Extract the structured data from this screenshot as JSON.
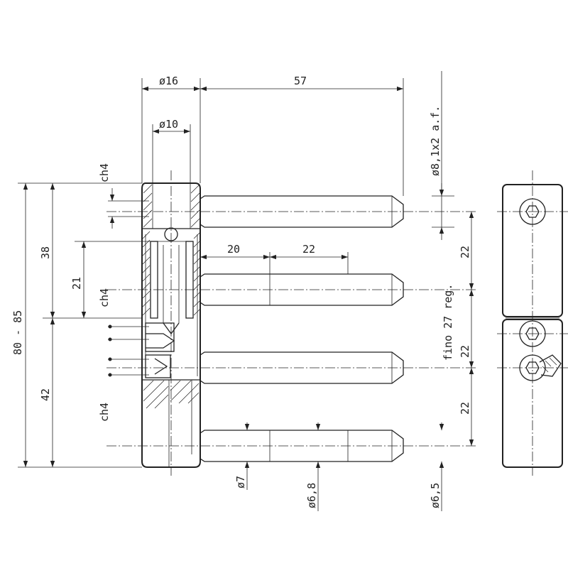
{
  "drawing": {
    "dim_d16": "ø16",
    "dim_57": "57",
    "dim_d10": "ø10",
    "dim_d81": "ø8,1x2 a.f.",
    "dim_ch4_top": "ch4",
    "dim_ch4_mid": "ch4",
    "dim_ch4_bottom": "ch4",
    "dim_80_85": "80 - 85",
    "dim_38": "38",
    "dim_21": "21",
    "dim_42": "42",
    "dim_20": "20",
    "dim_22_horizontal": "22",
    "dim_22_a": "22",
    "dim_22_b": "22",
    "dim_22_c": "22",
    "dim_fino": "fino 27 reg.",
    "dim_d7": "ø7",
    "dim_d68": "ø6,8",
    "dim_d65": "ø6,5",
    "line_color": "#222222"
  }
}
